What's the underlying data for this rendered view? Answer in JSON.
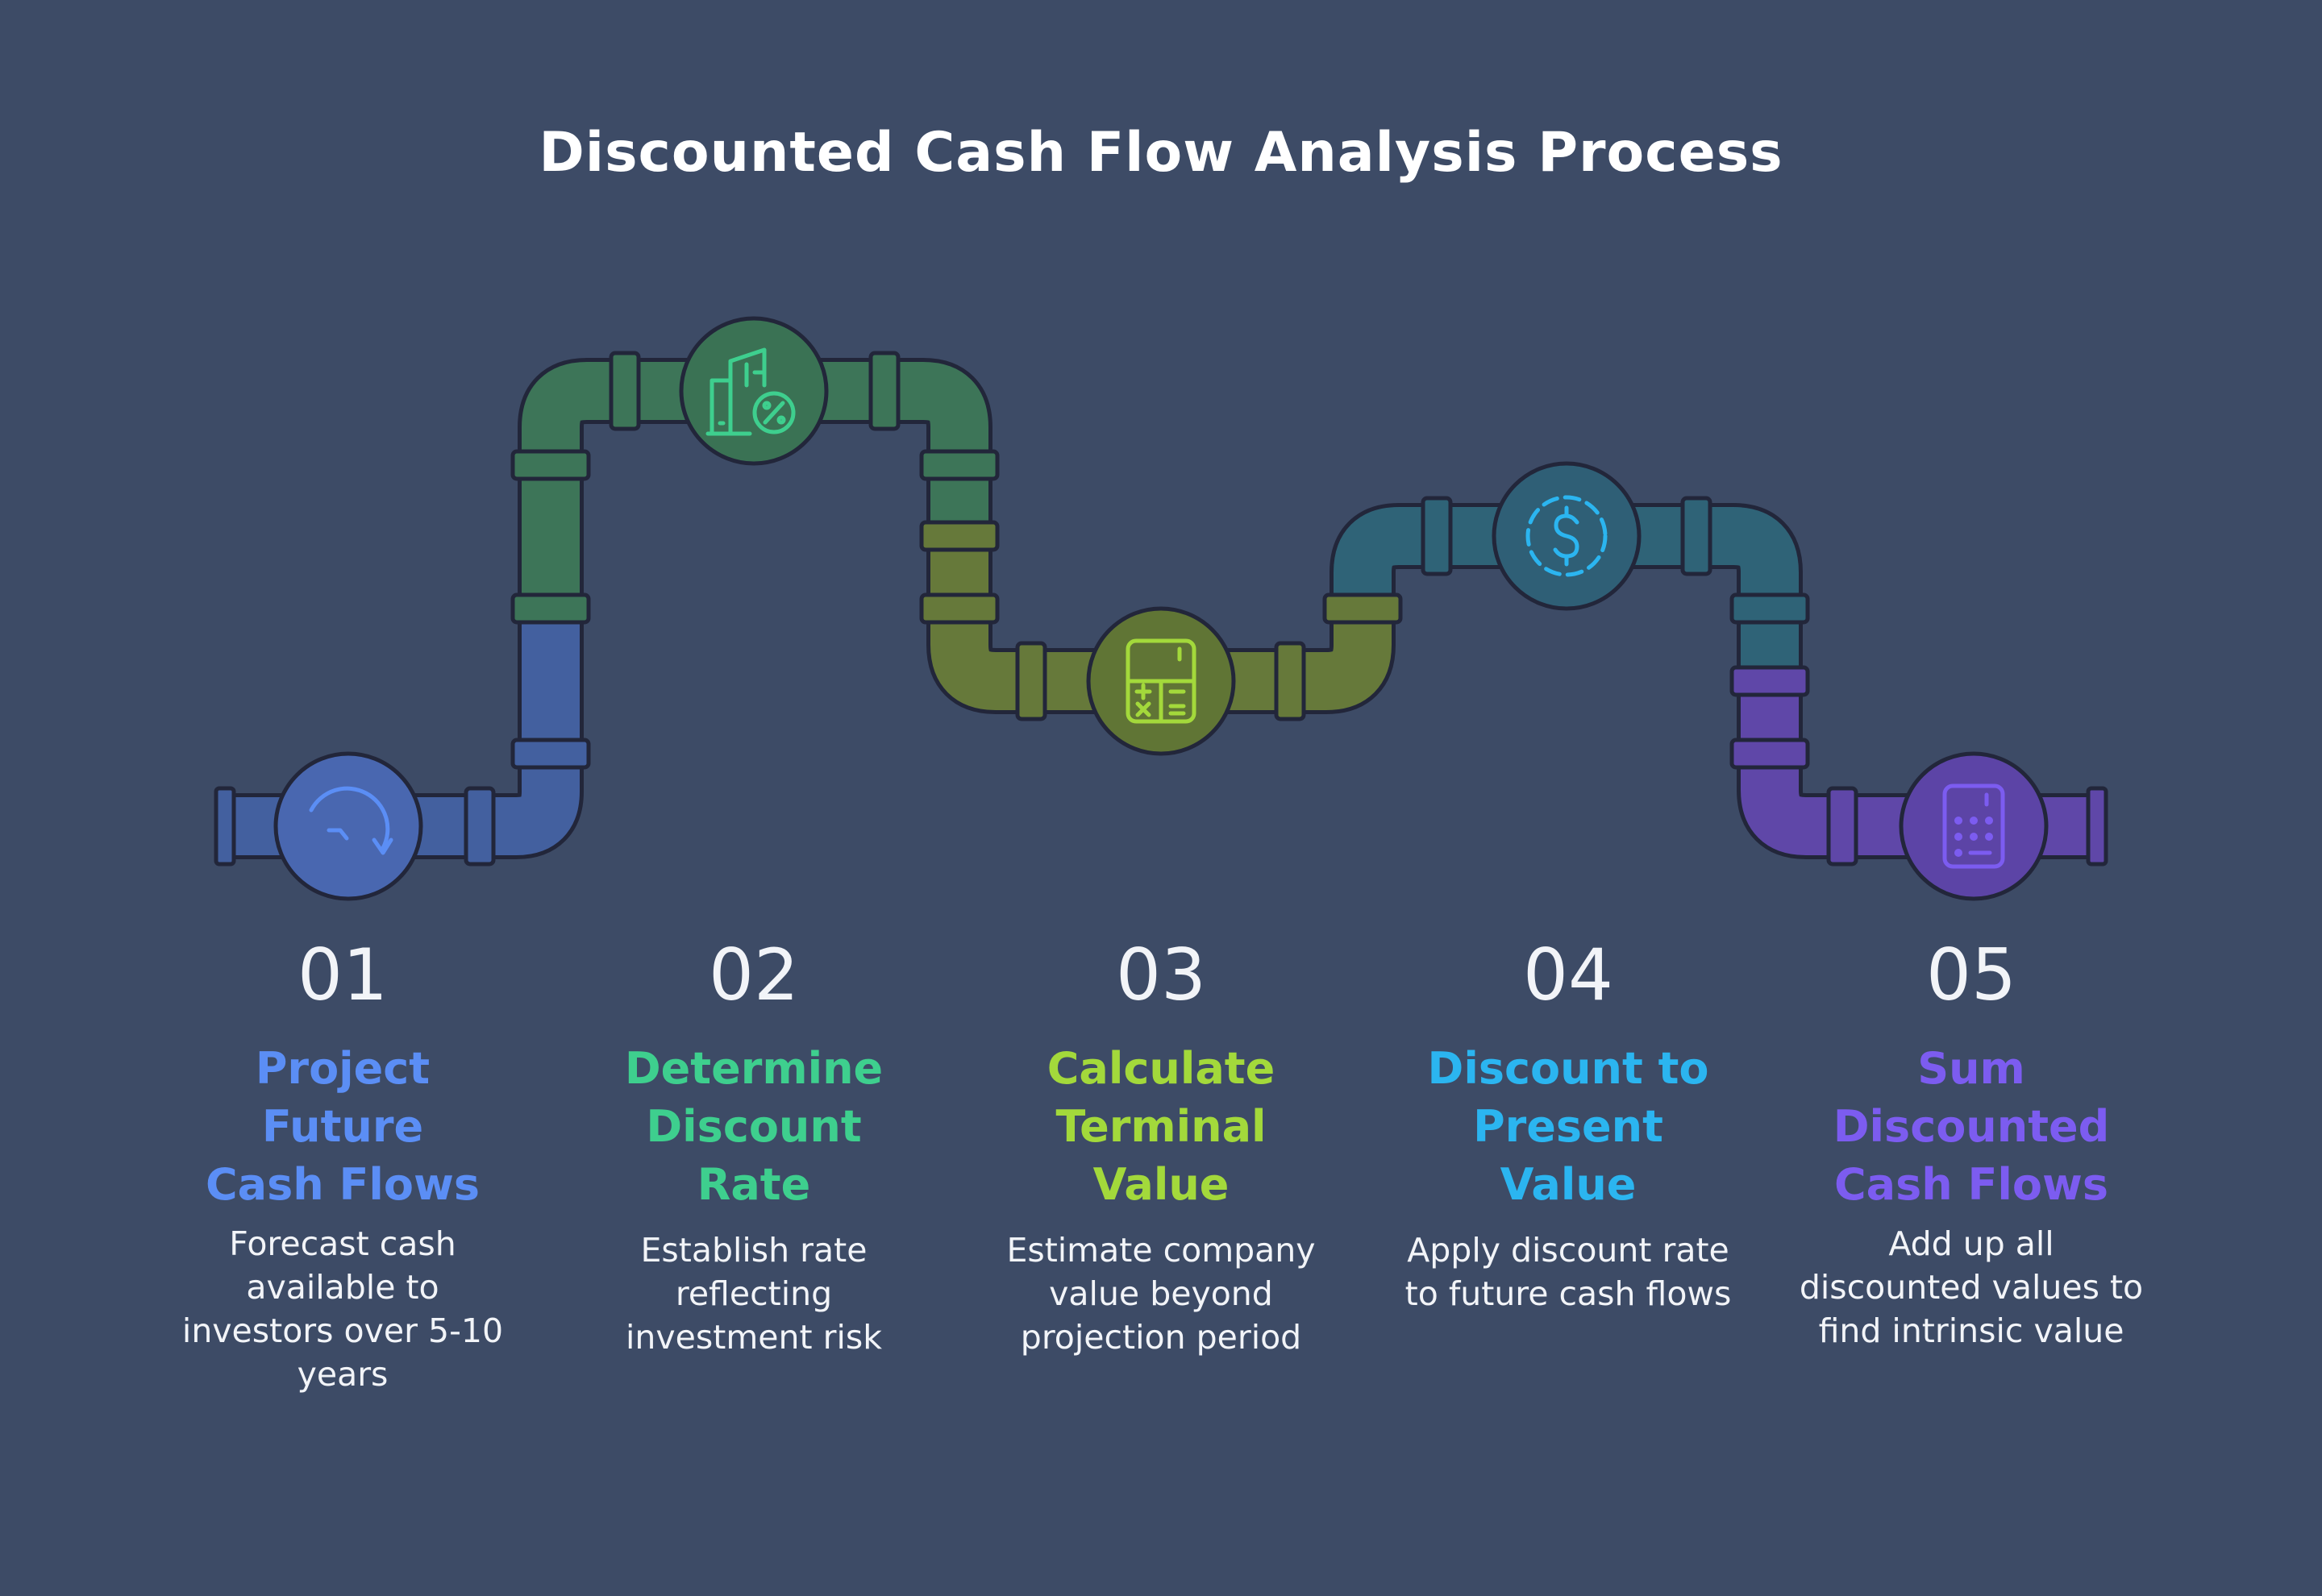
{
  "title": "Discounted Cash Flow Analysis Process",
  "colors": {
    "background": "#3d4b66",
    "step1": "#5b8ef5",
    "step2": "#3ecf8e",
    "step3": "#a3d93b",
    "step4": "#2bb5f0",
    "step5": "#7c5cf0"
  },
  "steps": [
    {
      "number": "01",
      "title": "Project Future Cash Flows",
      "description": "Forecast cash available to investors over 5-10 years",
      "icon": "clockwise-arrow-icon"
    },
    {
      "number": "02",
      "title": "Determine Discount Rate",
      "description": "Establish rate reflecting investment risk",
      "icon": "building-percent-icon"
    },
    {
      "number": "03",
      "title": "Calculate Terminal Value",
      "description": "Estimate company value beyond projection period",
      "icon": "calculator-icon"
    },
    {
      "number": "04",
      "title": "Discount to Present Value",
      "description": "Apply discount rate to future cash flows",
      "icon": "dollar-coin-icon"
    },
    {
      "number": "05",
      "title": "Sum Discounted Cash Flows",
      "description": "Add up all discounted values to find intrinsic value",
      "icon": "keypad-calculator-icon"
    }
  ]
}
